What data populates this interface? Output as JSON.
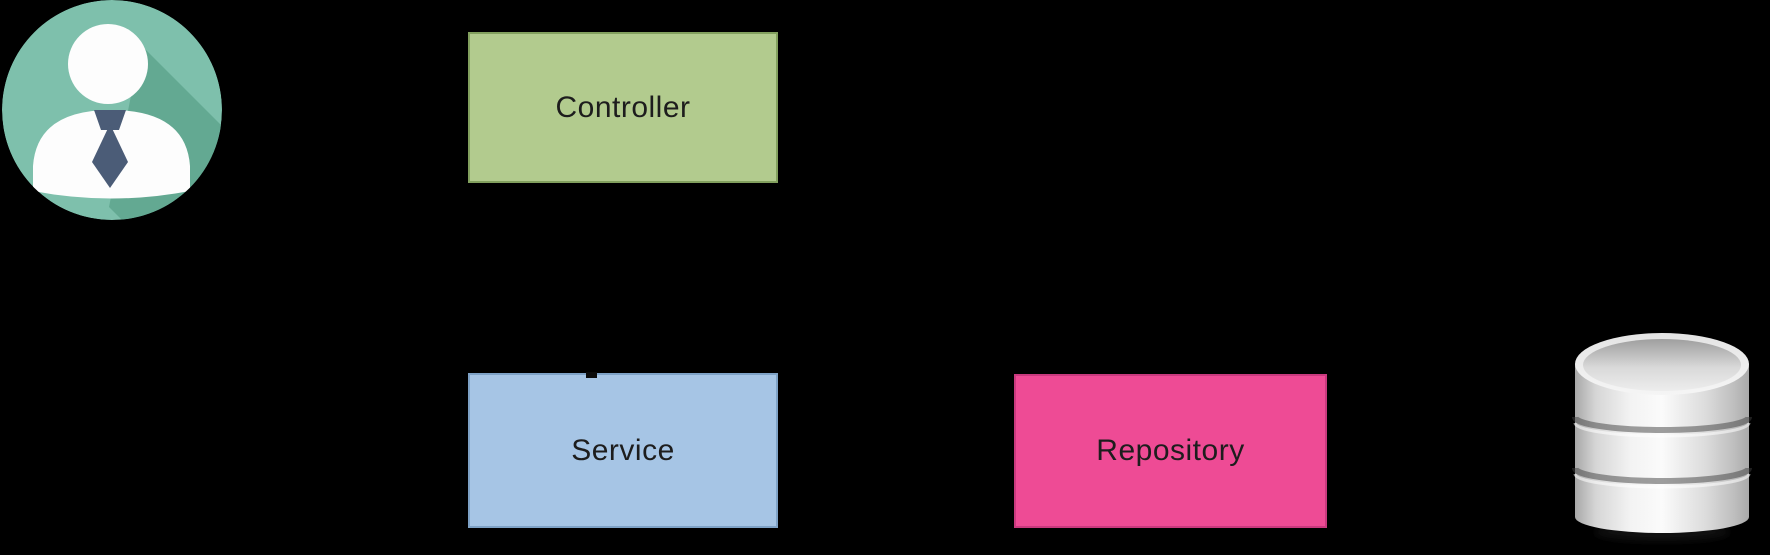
{
  "diagram": {
    "background_color": "#000000",
    "actor": {
      "icon": "user-avatar-icon",
      "colors": {
        "circle": "#7EC0AC",
        "shadow": "#63A992",
        "figure": "#FDFDFD",
        "tie": "#4B5C77"
      }
    },
    "nodes": [
      {
        "id": "controller",
        "label": "Controller",
        "fill": "#B2CB8E",
        "border": "#82A05E",
        "text_color": "#1D1D1D"
      },
      {
        "id": "service",
        "label": "Service",
        "fill": "#A6C5E5",
        "border": "#7EA2C6",
        "text_color": "#1D1D1D"
      },
      {
        "id": "repository",
        "label": "Repository",
        "fill": "#EE4B95",
        "border": "#C9397E",
        "text_color": "#1D1D1D"
      }
    ],
    "database": {
      "icon": "database-icon",
      "colors": {
        "body_light": "#FBFBFB",
        "body_dark": "#ADADAD",
        "inner_top": "#9F9F9F",
        "inner_bottom": "#EDEDED"
      }
    },
    "connector": {
      "arrowhead_color": "#0B0B0B"
    }
  }
}
